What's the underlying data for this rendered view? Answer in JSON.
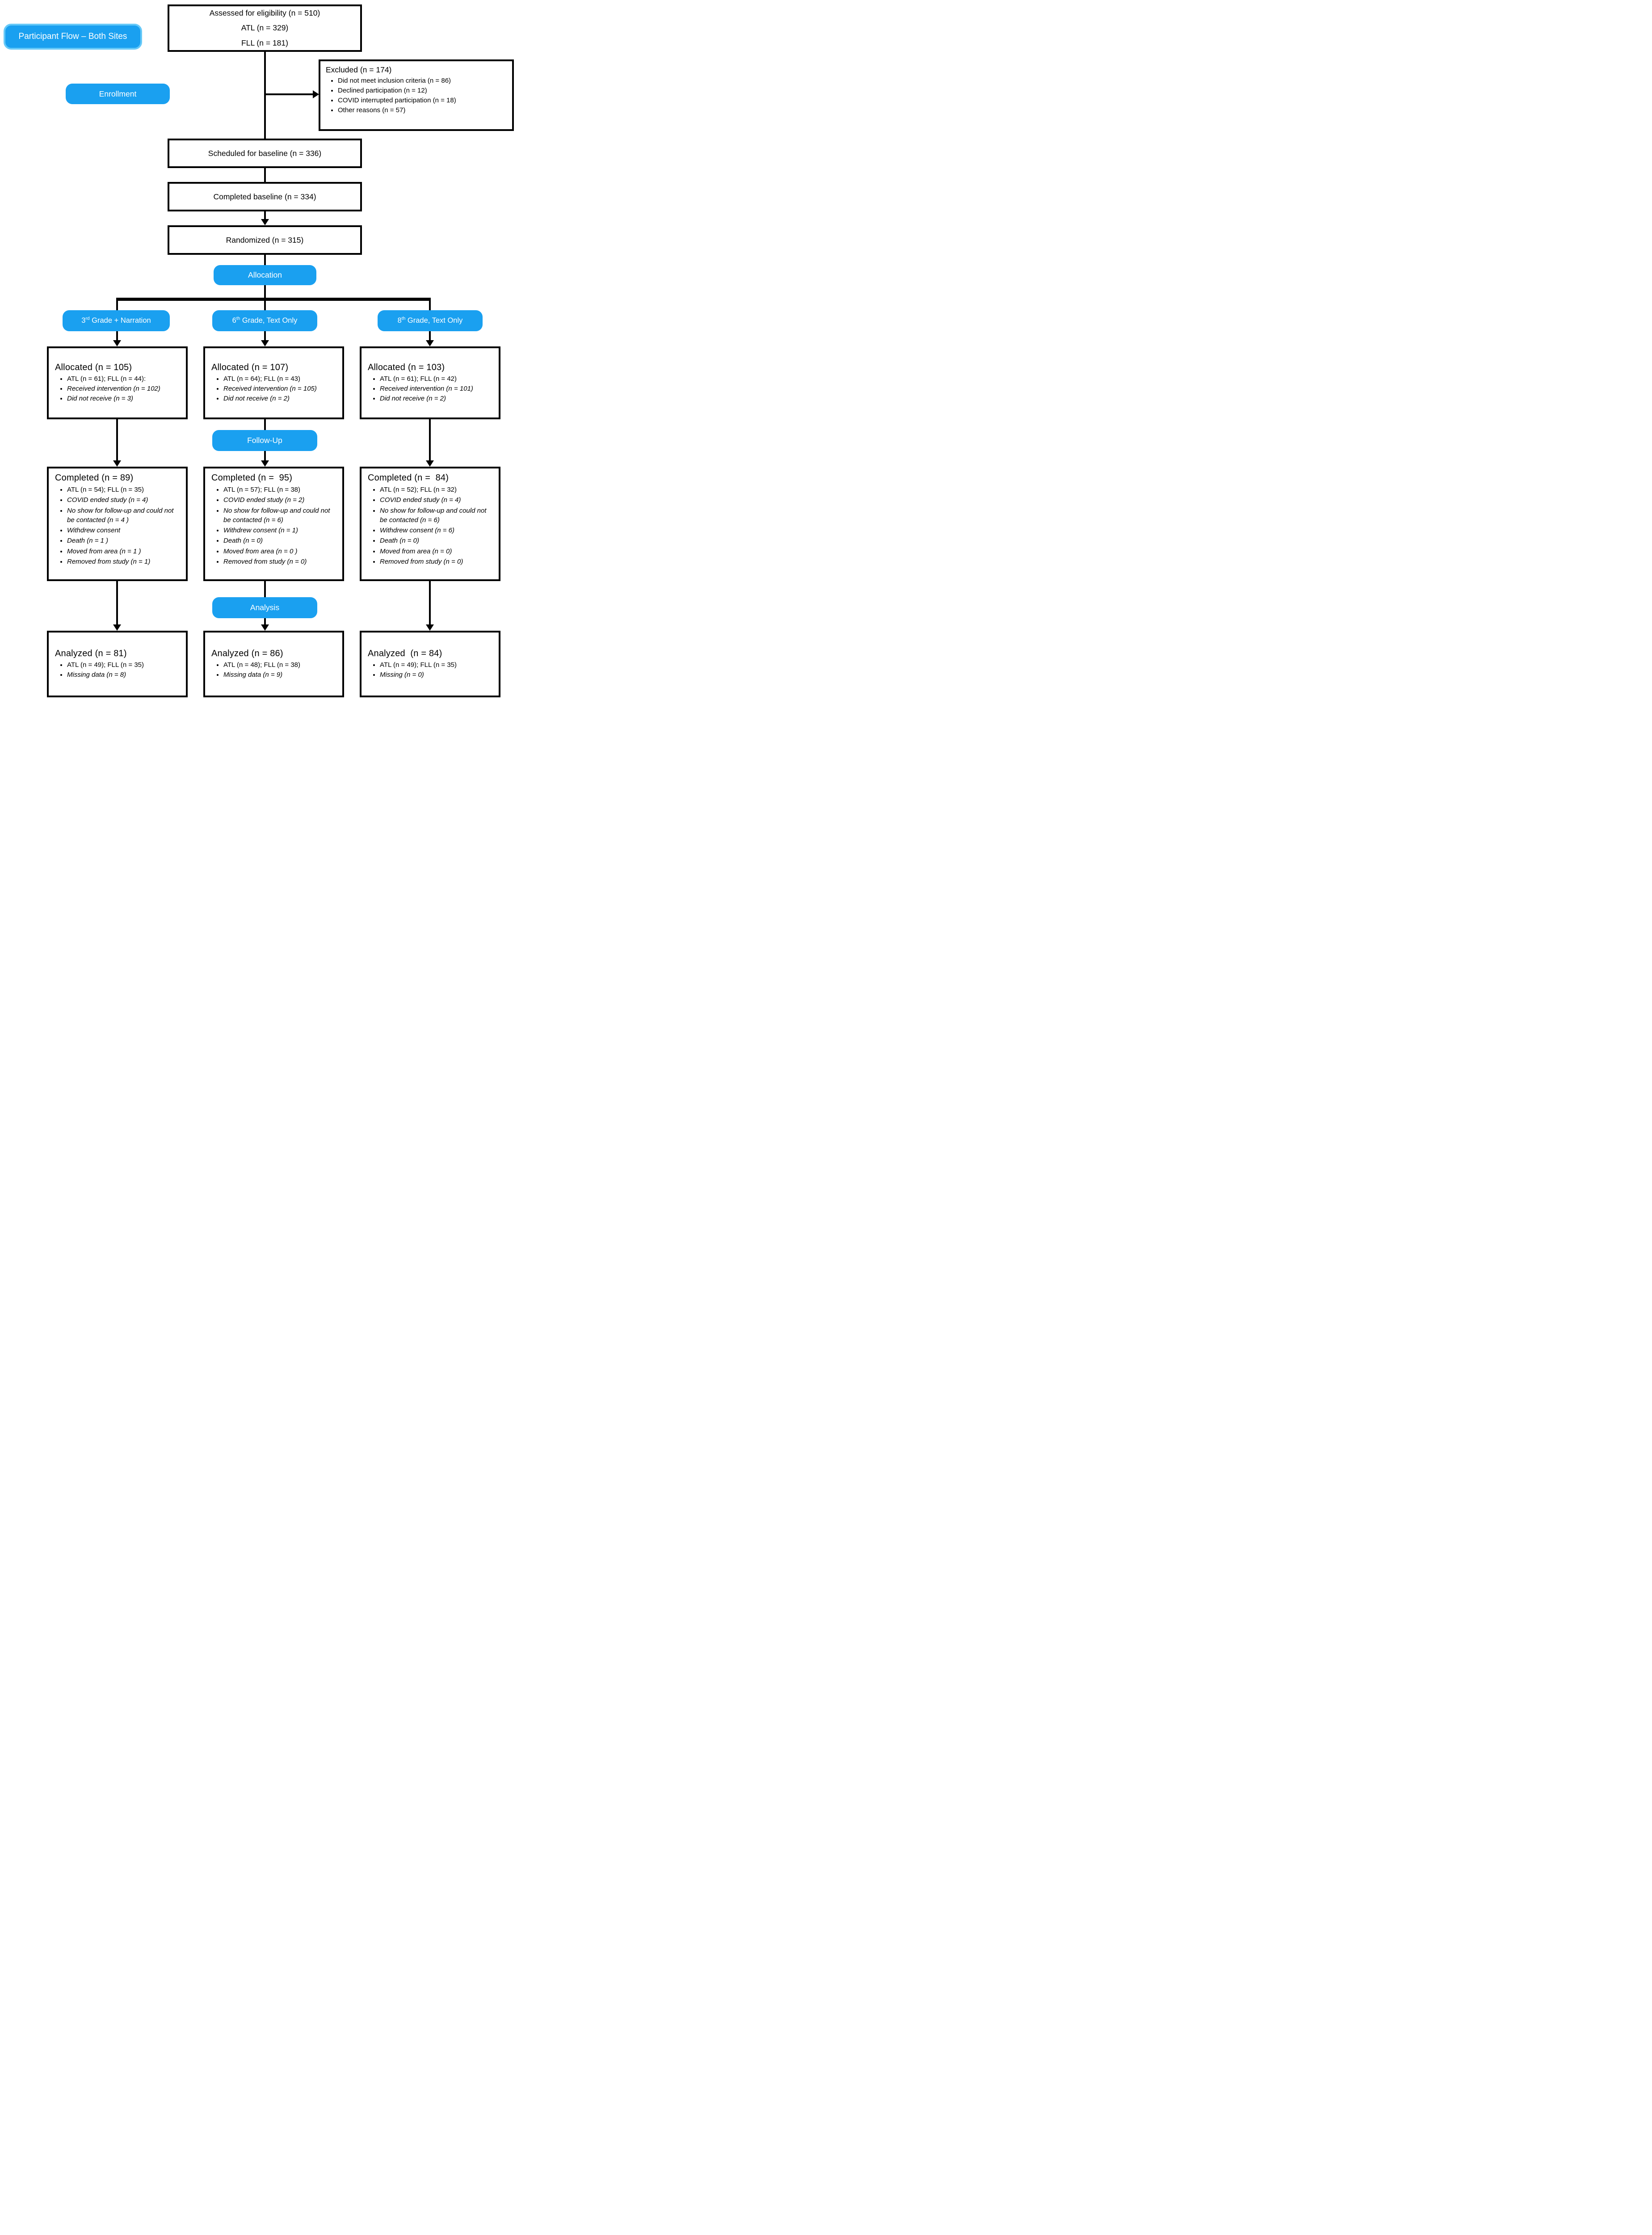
{
  "badges": {
    "title": "Participant Flow – Both Sites",
    "enrollment": "Enrollment",
    "allocation": "Allocation",
    "followup": "Follow-Up",
    "analysis": "Analysis"
  },
  "arms": [
    {
      "num": "3",
      "ord": "rd",
      "rest": " Grade + Narration"
    },
    {
      "num": "6",
      "ord": "th",
      "rest": " Grade, Text Only"
    },
    {
      "num": "8",
      "ord": "th",
      "rest": " Grade, Text Only"
    }
  ],
  "boxes": {
    "assessed": {
      "line1": "Assessed for eligibility (n = 510)",
      "line2": "ATL (n = 329)",
      "line3": "FLL (n = 181)"
    },
    "excluded": {
      "title": "Excluded (n = 174)",
      "bullets": [
        {
          "text": "Did not meet inclusion criteria (n = 86)",
          "italic": false
        },
        {
          "text": "Declined participation (n = 12)",
          "italic": false
        },
        {
          "text": "COVID interrupted participation (n = 18)",
          "italic": false
        },
        {
          "text": "Other reasons (n = 57)",
          "italic": false
        }
      ]
    },
    "scheduled": "Scheduled for baseline (n = 336)",
    "completed_baseline": "Completed baseline (n = 334)",
    "randomized": "Randomized (n = 315)",
    "allocated": [
      {
        "title": "Allocated (n = 105)",
        "bullets": [
          {
            "text": "ATL (n = 61); FLL (n = 44):",
            "italic": false
          },
          {
            "text": "Received intervention (n = 102)",
            "italic": true
          },
          {
            "text": "Did not receive (n = 3)",
            "italic": true
          }
        ]
      },
      {
        "title": "Allocated (n = 107)",
        "bullets": [
          {
            "text": "ATL (n = 64); FLL (n = 43)",
            "italic": false
          },
          {
            "text": "Received intervention (n = 105)",
            "italic": true
          },
          {
            "text": "Did not receive (n = 2)",
            "italic": true
          }
        ]
      },
      {
        "title": "Allocated (n = 103)",
        "bullets": [
          {
            "text": "ATL (n = 61); FLL (n = 42)",
            "italic": false
          },
          {
            "text": "Received intervention (n = 101)",
            "italic": true
          },
          {
            "text": "Did not receive (n = 2)",
            "italic": true
          }
        ]
      }
    ],
    "completed": [
      {
        "title": "Completed (n = 89)",
        "bullets": [
          {
            "text": "ATL (n = 54); FLL (n = 35)",
            "italic": false
          },
          {
            "text": "COVID ended study (n = 4)",
            "italic": true
          },
          {
            "text": "No show for follow-up and could not be contacted (n = 4 )",
            "italic": true
          },
          {
            "text": "Withdrew consent",
            "italic": true
          },
          {
            "text": "Death (n = 1 )",
            "italic": true
          },
          {
            "text": "Moved from area (n = 1 )",
            "italic": true
          },
          {
            "text": "Removed from study (n = 1)",
            "italic": true
          }
        ]
      },
      {
        "title": "Completed (n =  95)",
        "bullets": [
          {
            "text": "ATL (n = 57); FLL (n = 38)",
            "italic": false
          },
          {
            "text": "COVID ended study (n = 2)",
            "italic": true
          },
          {
            "text": "No show for follow-up and could not be contacted (n = 6)",
            "italic": true
          },
          {
            "text": "Withdrew consent (n = 1)",
            "italic": true
          },
          {
            "text": "Death (n = 0)",
            "italic": true
          },
          {
            "text": "Moved from area (n = 0 )",
            "italic": true
          },
          {
            "text": "Removed from study (n = 0)",
            "italic": true
          }
        ]
      },
      {
        "title": "Completed (n =  84)",
        "bullets": [
          {
            "text": "ATL (n = 52); FLL (n = 32)",
            "italic": false
          },
          {
            "text": "COVID ended study (n = 4)",
            "italic": true
          },
          {
            "text": "No show for follow-up and could not be contacted (n = 6)",
            "italic": true
          },
          {
            "text": "Withdrew consent (n = 6)",
            "italic": true
          },
          {
            "text": "Death (n = 0)",
            "italic": true
          },
          {
            "text": "Moved from area (n = 0)",
            "italic": true
          },
          {
            "text": "Removed from study (n = 0)",
            "italic": true
          }
        ]
      }
    ],
    "analyzed": [
      {
        "title": "Analyzed (n = 81)",
        "bullets": [
          {
            "text": "ATL (n = 49); FLL (n = 35)",
            "italic": false
          },
          {
            "text": "Missing data (n = 8)",
            "italic": true
          }
        ]
      },
      {
        "title": "Analyzed (n = 86)",
        "bullets": [
          {
            "text": "ATL (n = 48); FLL (n = 38)",
            "italic": false
          },
          {
            "text": "Missing data (n = 9)",
            "italic": true
          }
        ]
      },
      {
        "title": "Analyzed  (n = 84)",
        "bullets": [
          {
            "text": "ATL (n = 49); FLL (n = 35)",
            "italic": false
          },
          {
            "text": "Missing (n = 0)",
            "italic": true
          }
        ]
      }
    ]
  },
  "colors": {
    "badge_blue": "#1AA0F0",
    "badge_border": "#67C9F8",
    "line_black": "#000000"
  }
}
